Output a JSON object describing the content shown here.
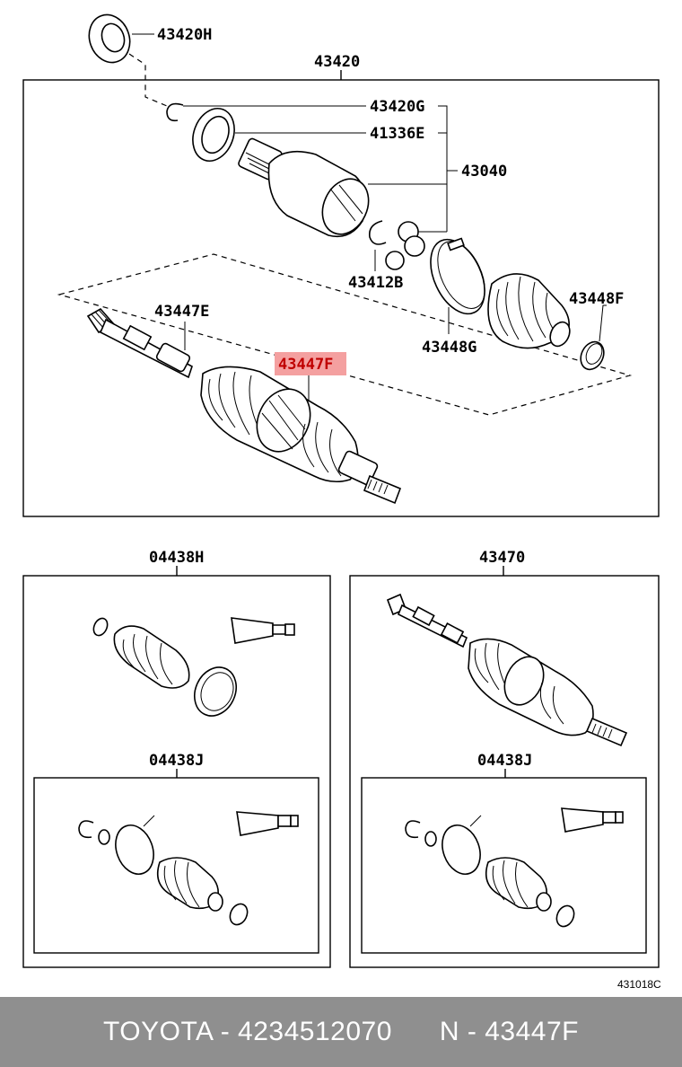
{
  "diagram": {
    "labels": {
      "l_43420H": "43420H",
      "l_43420": "43420",
      "l_43420G": "43420G",
      "l_41336E": "41336E",
      "l_43040": "43040",
      "l_43412B": "43412B",
      "l_43447E": "43447E",
      "l_43447F": "43447F",
      "l_43448F": "43448F",
      "l_43448G": "43448G",
      "l_04438H": "04438H",
      "l_43470": "43470",
      "l_04438J_left": "04438J",
      "l_04438J_right": "04438J",
      "ref": "431018C"
    },
    "highlight_color": "#f4a0a0"
  },
  "footer": {
    "text": "TOYOTA - 4234512070      N - 43447F"
  }
}
